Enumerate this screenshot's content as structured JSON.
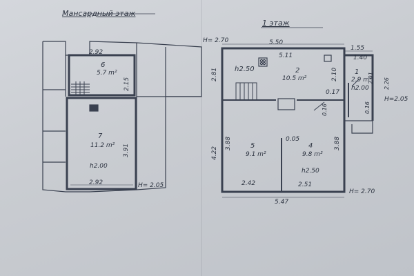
{
  "mansard": {
    "title": "Мансардный этаж",
    "room6": {
      "number": "6",
      "area": "5.7 m²"
    },
    "room7": {
      "number": "7",
      "area": "11.2 m²",
      "height": "h2.00"
    },
    "dims": {
      "top": "2.92",
      "bottom": "2.92",
      "right_side": "3.91",
      "stair": "2.15"
    },
    "elevation": "H= 2.05"
  },
  "floor1": {
    "title": "1 этаж",
    "elevation_top": "H= 2.70",
    "elevation_right": "H=2.05",
    "elevation_bottom": "H= 2.70",
    "room1": {
      "number": "1",
      "area": "2.9 m²",
      "height": "h2.00"
    },
    "room2": {
      "number": "2",
      "area": "10.5 m²",
      "height": "h2.50"
    },
    "room4": {
      "number": "4",
      "area": "9.8 m²",
      "height": "h2.50"
    },
    "room5": {
      "number": "5",
      "area": "9.1 m²"
    },
    "dims": {
      "top_overall": "5.50",
      "top_annex": "1.55",
      "inner_top": "5.11",
      "annex_inner": "1.40",
      "left_upper": "2.81",
      "left_lower": "4.22",
      "room5_side": "3.88",
      "room4_side": "3.88",
      "partition_a": "2.10",
      "partition_b": "0.17",
      "partition_c": "0.16",
      "partition_d": "0.05",
      "annex_side_a": "2.01",
      "annex_side_b": "2.26",
      "annex_small": "0.16",
      "bottom_left": "2.42",
      "bottom_right": "2.51",
      "bottom_overall": "5.47"
    }
  }
}
